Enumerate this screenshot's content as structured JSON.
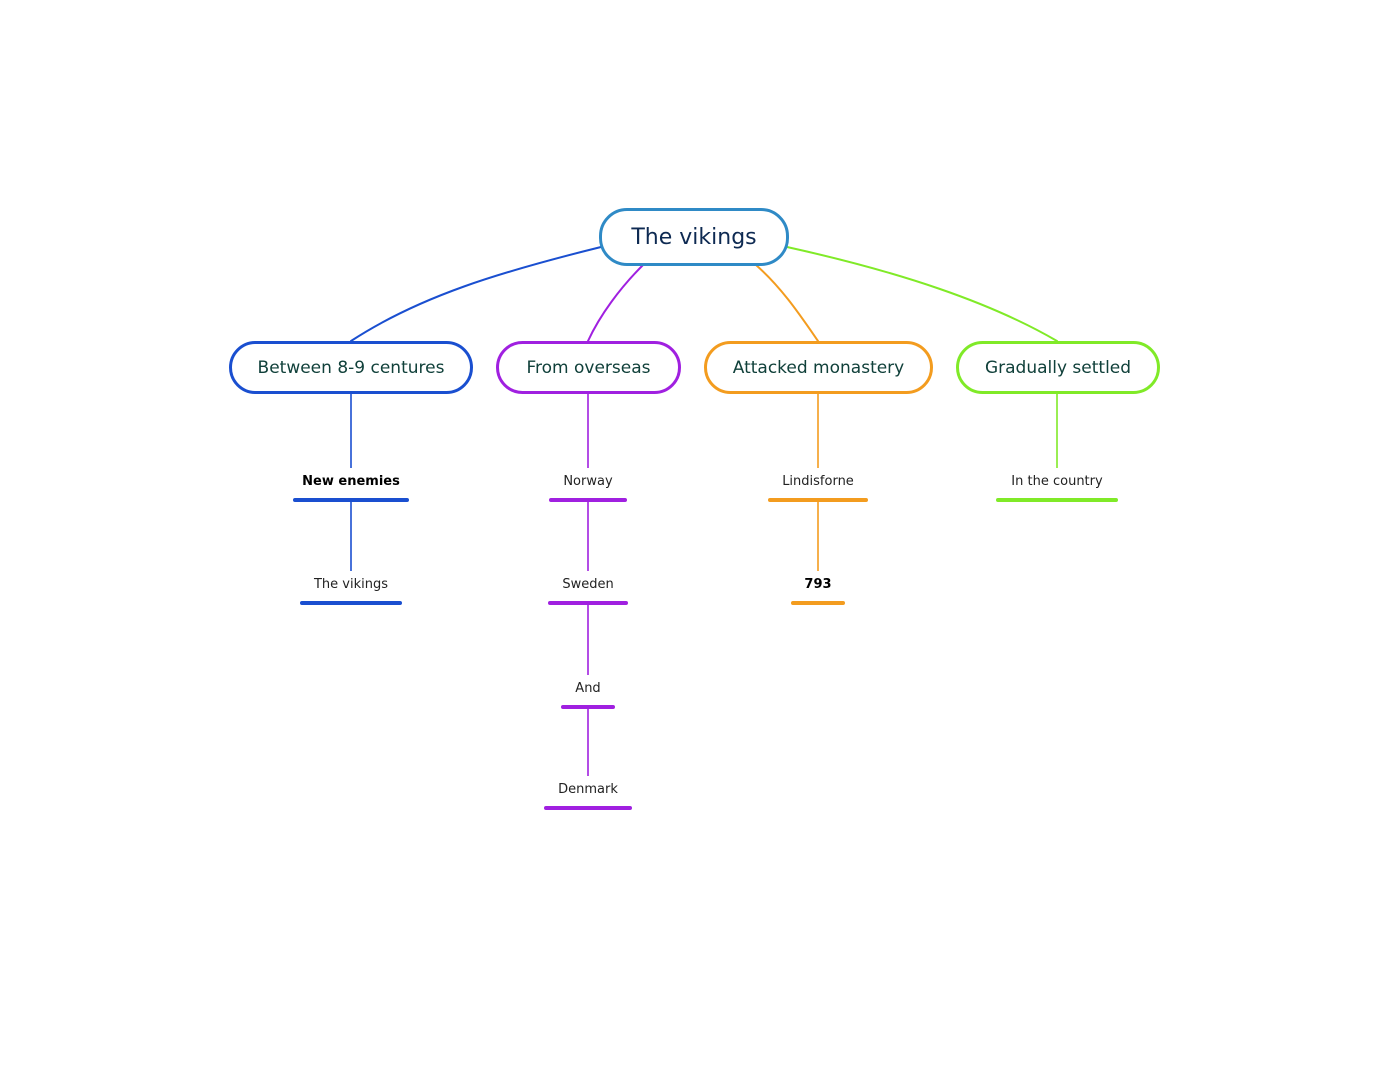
{
  "root": {
    "label": "The vikings",
    "color": "#2f8ac6"
  },
  "branches": [
    {
      "label": "Between 8-9 centures",
      "color": "#1a4fd0",
      "children": [
        {
          "label": "New enemies",
          "bold": true
        },
        {
          "label": "The vikings",
          "bold": false
        }
      ]
    },
    {
      "label": "From overseas",
      "color": "#a020e0",
      "children": [
        {
          "label": "Norway",
          "bold": false
        },
        {
          "label": "Sweden",
          "bold": false
        },
        {
          "label": "And",
          "bold": false
        },
        {
          "label": "Denmark",
          "bold": false
        }
      ]
    },
    {
      "label": "Attacked monastery",
      "color": "#f39c1f",
      "children": [
        {
          "label": "Lindisforne",
          "bold": false
        },
        {
          "label": "793",
          "bold": true
        }
      ]
    },
    {
      "label": "Gradually settled",
      "color": "#80ea28",
      "children": [
        {
          "label": "In the country",
          "bold": false
        }
      ]
    }
  ]
}
